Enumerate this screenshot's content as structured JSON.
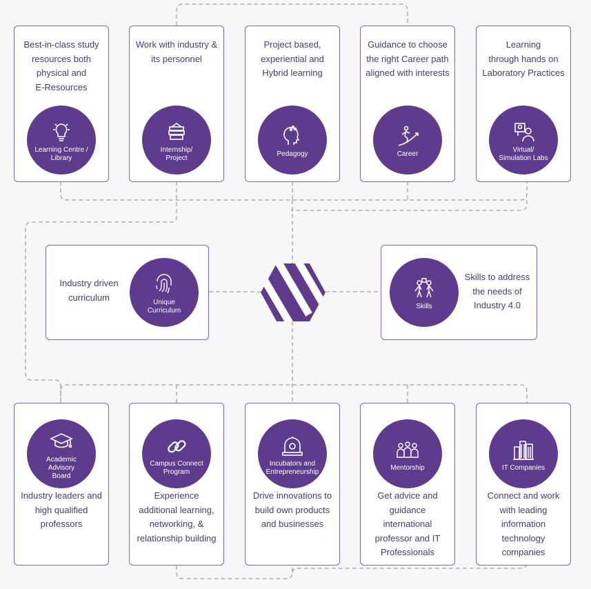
{
  "colors": {
    "accent": "#5e3b8c",
    "border": "#7c6aa3",
    "text": "#4a3b6b",
    "dash": "#8a8a8a",
    "background": "#f7f7f9"
  },
  "top_cards": [
    {
      "desc": [
        "Best-in-class study",
        "resources both",
        "physical and",
        "E-Resources"
      ],
      "label": [
        "Learning Centre /",
        "Library"
      ],
      "icon": "lightbulb-icon"
    },
    {
      "desc": [
        "Work with industry &",
        "its  personnel"
      ],
      "label": [
        "Internship/",
        "Project"
      ],
      "icon": "books-icon"
    },
    {
      "desc": [
        "Project based,",
        "experiential and",
        "Hybrid learning"
      ],
      "label": [
        "Pedagogy"
      ],
      "icon": "head-icon"
    },
    {
      "desc": [
        "Guidance to choose",
        "the right Career path",
        "aligned with interests"
      ],
      "label": [
        "Career"
      ],
      "icon": "climbing-steps-icon"
    },
    {
      "desc": [
        "Learning",
        "through hands on",
        "Laboratory Practices"
      ],
      "label": [
        "Virtual/",
        "Simulation Labs"
      ],
      "icon": "screen-user-icon"
    }
  ],
  "middle": {
    "left": {
      "desc": [
        "Industry driven",
        "curriculum"
      ],
      "label": [
        "Unique",
        "Curriculum"
      ],
      "icon": "fingerprint-icon"
    },
    "right": {
      "desc": [
        "Skills to address",
        "the needs of",
        "Industry 4.0"
      ],
      "label": [
        "Skills"
      ],
      "icon": "people-skills-icon"
    },
    "center_logo": "hexagon-logo"
  },
  "bottom_cards": [
    {
      "desc": [
        "Industry leaders and",
        "high qualified",
        "professors"
      ],
      "label": [
        "Academic",
        "Advisory",
        "Board"
      ],
      "icon": "graduation-cap-icon"
    },
    {
      "desc": [
        "Experience",
        "additional learning,",
        "networking, &",
        "relationship building"
      ],
      "label": [
        "Campus Connect",
        "Program"
      ],
      "icon": "chain-link-icon"
    },
    {
      "desc": [
        "Drive innovations to",
        "build own products",
        "and businesses"
      ],
      "label": [
        "Incubators and",
        "Entrepreneurship"
      ],
      "icon": "incubator-bell-icon"
    },
    {
      "desc": [
        "Get advice and",
        "guidance",
        "international",
        "professor and IT",
        "Professionals"
      ],
      "label": [
        "Mentorship"
      ],
      "icon": "mentorship-group-icon"
    },
    {
      "desc": [
        "Connect and work",
        "with leading",
        "information",
        "technology",
        "companies"
      ],
      "label": [
        "IT Companies"
      ],
      "icon": "buildings-icon"
    }
  ]
}
